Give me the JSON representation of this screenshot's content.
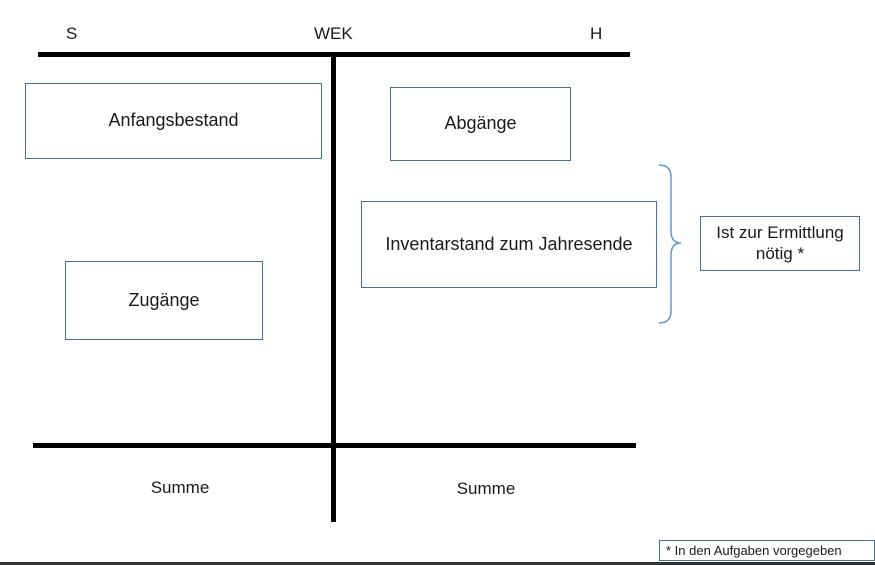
{
  "account": {
    "debit_label": "S",
    "title": "WEK",
    "credit_label": "H"
  },
  "boxes": {
    "anfangsbestand": "Anfangsbestand",
    "zugaenge": "Zugänge",
    "abgaenge": "Abgänge",
    "inventarstand": "Inventarstand zum Jahresende",
    "ermittlung": "Ist zur Ermittlung nötig *"
  },
  "sums": {
    "left": "Summe",
    "right": "Summe"
  },
  "footnote": "* In den Aufgaben vorgegeben",
  "colors": {
    "box_border": "#41719c",
    "brace": "#5b9bd5",
    "lines": "#000000"
  }
}
